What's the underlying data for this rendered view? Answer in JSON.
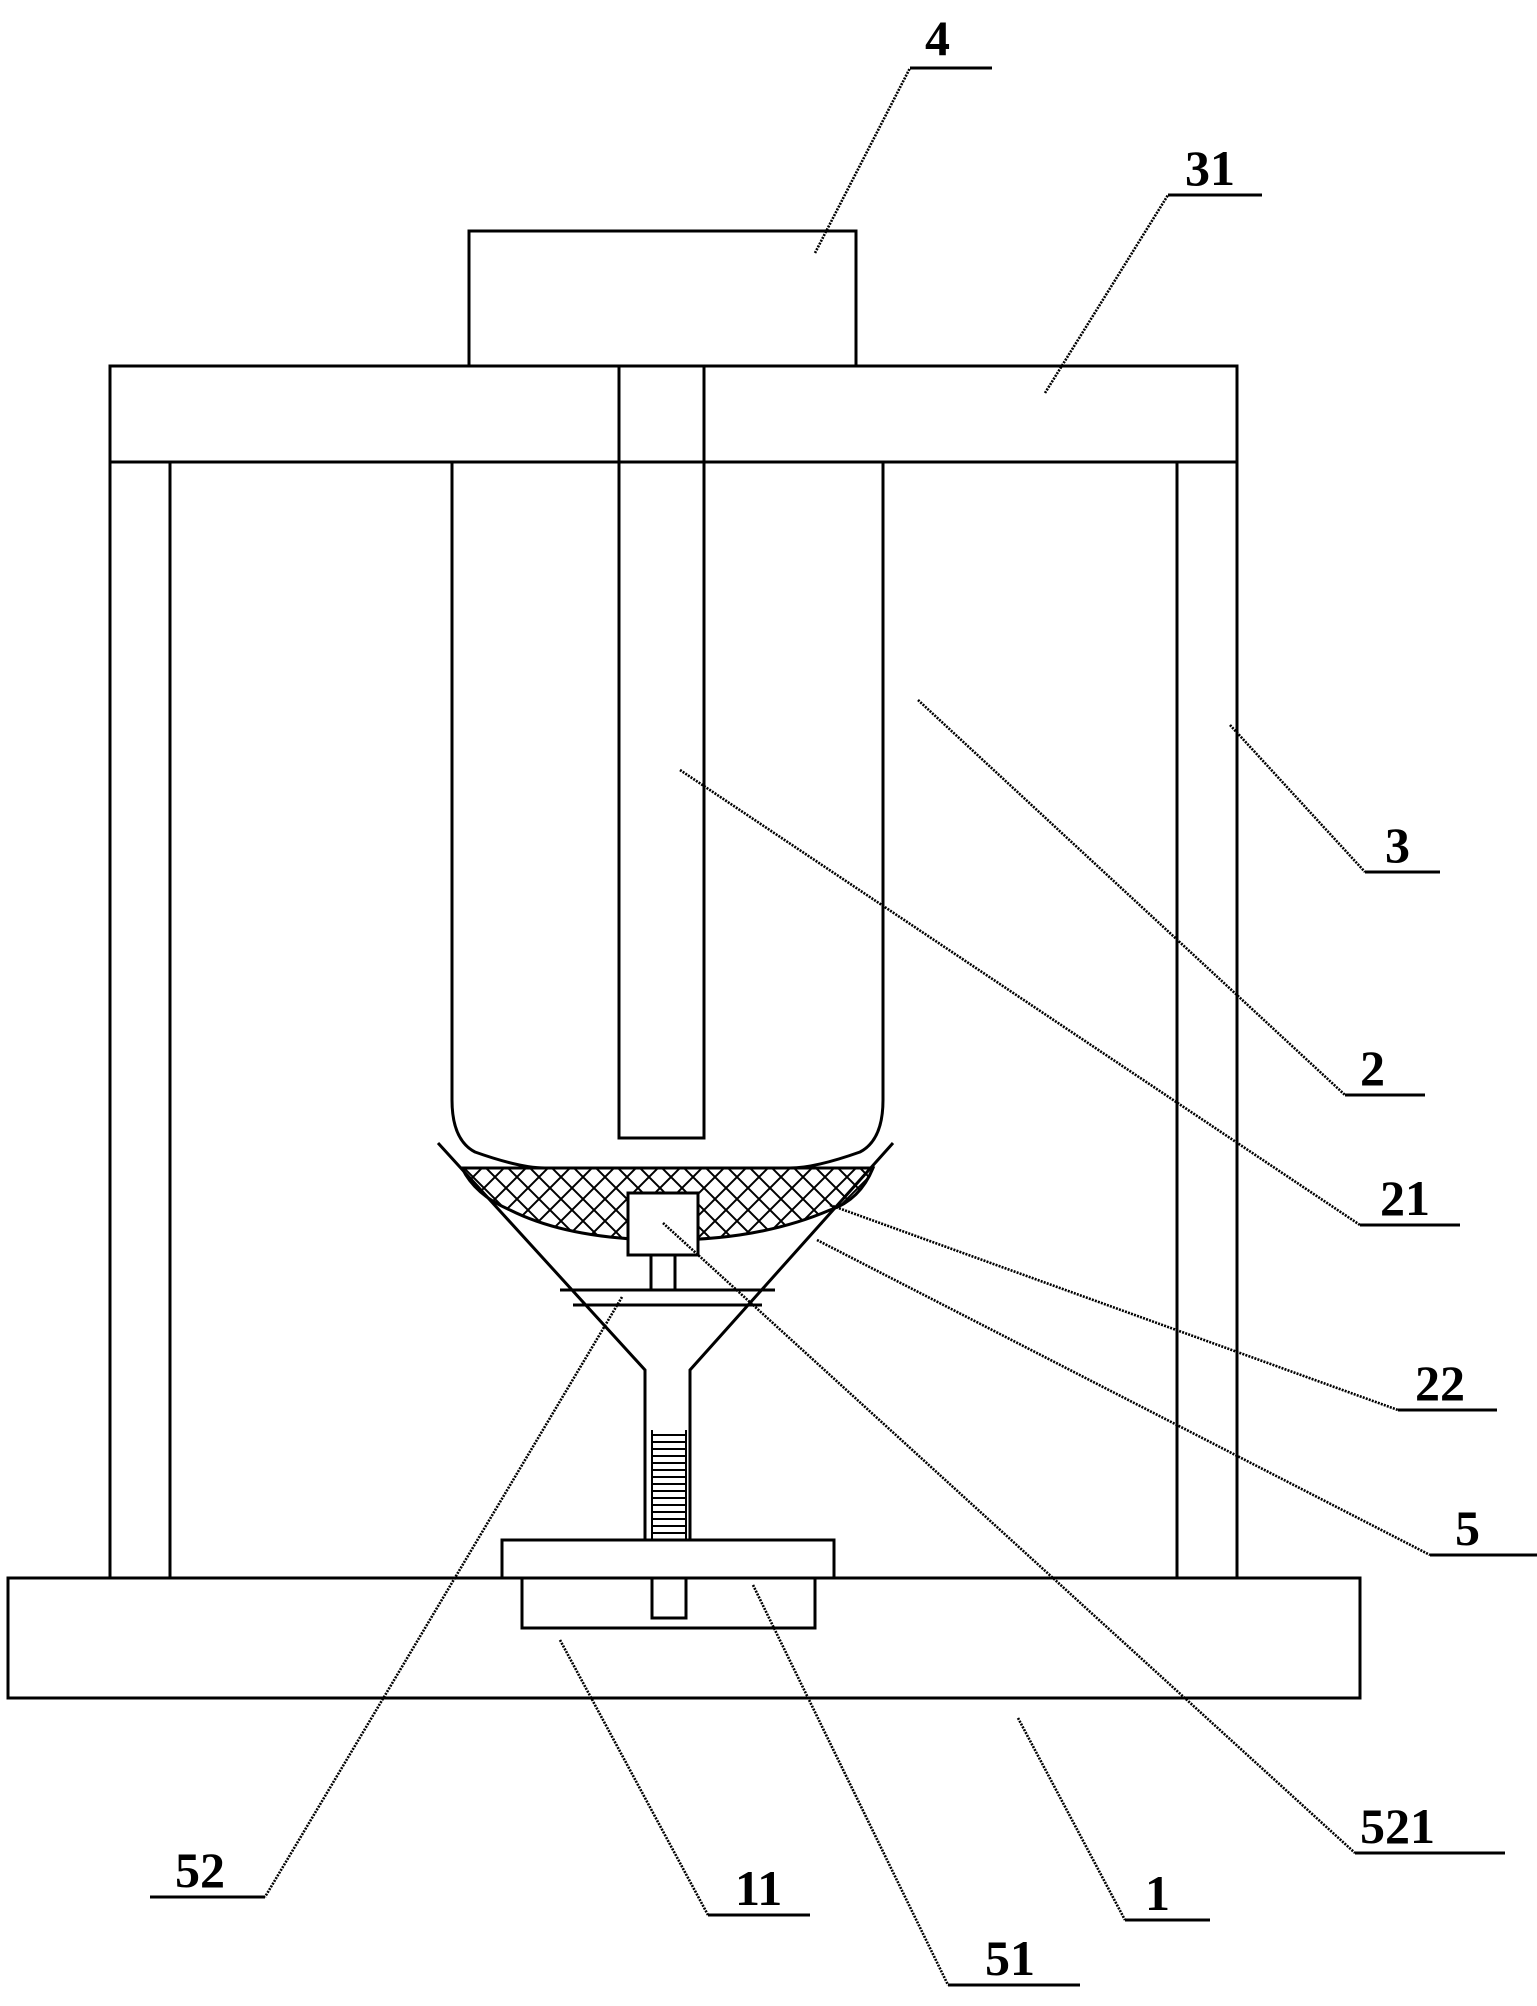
{
  "callouts": [
    {
      "id": "4",
      "text": "4"
    },
    {
      "id": "31",
      "text": "31"
    },
    {
      "id": "3",
      "text": "3"
    },
    {
      "id": "2",
      "text": "2"
    },
    {
      "id": "21",
      "text": "21"
    },
    {
      "id": "22",
      "text": "22"
    },
    {
      "id": "5",
      "text": "5"
    },
    {
      "id": "521",
      "text": "521"
    },
    {
      "id": "1",
      "text": "1"
    },
    {
      "id": "51",
      "text": "51"
    },
    {
      "id": "11",
      "text": "11"
    },
    {
      "id": "52",
      "text": "52"
    }
  ]
}
